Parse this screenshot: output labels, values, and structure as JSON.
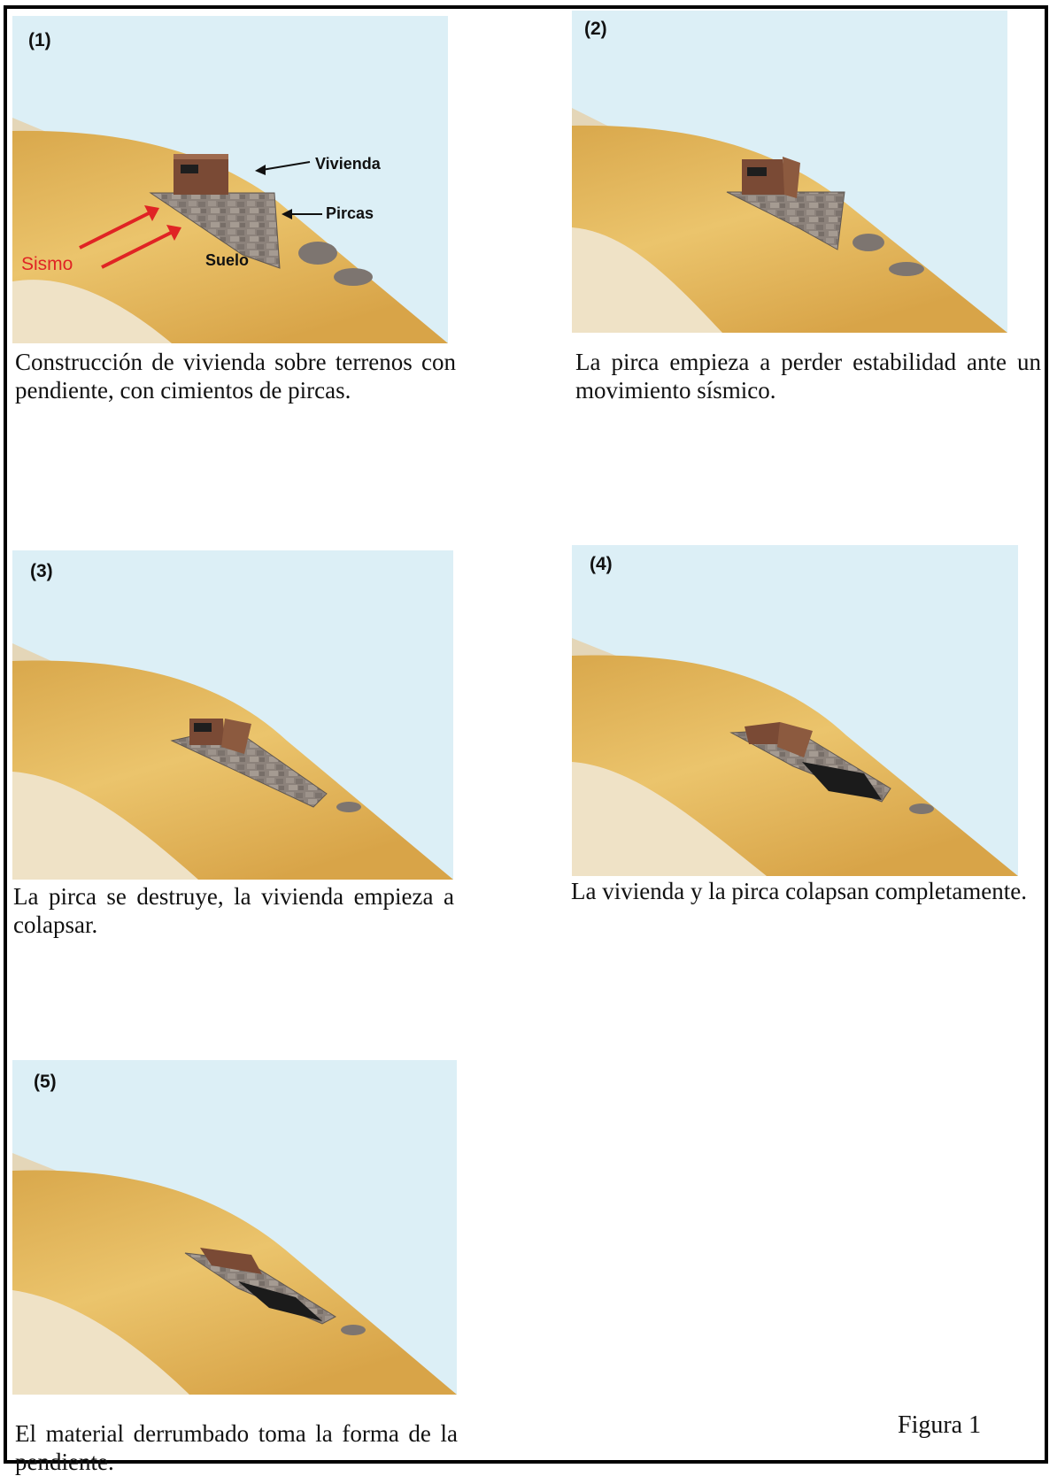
{
  "figure_label": "Figura 1",
  "panels": [
    {
      "number": "(1)",
      "caption": "Construcción de vivienda sobre terrenos con pendiente, con cimientos de pircas."
    },
    {
      "number": "(2)",
      "caption": "La pirca empieza a perder estabilidad ante un movimiento sísmico."
    },
    {
      "number": "(3)",
      "caption": "La pirca se destruye, la vivienda empieza a colapsar."
    },
    {
      "number": "(4)",
      "caption": "La vivienda y la pirca colapsan completamente."
    },
    {
      "number": "(5)",
      "caption": "El material derrumbado toma la forma de la pendiente."
    }
  ],
  "labels": {
    "vivienda": "Vivienda",
    "pircas": "Pircas",
    "suelo": "Suelo",
    "sismo": "Sismo"
  },
  "colors": {
    "sky": "#dceff6",
    "sand": "#e3b85a",
    "sand_dark": "#c9933a",
    "rock": "#8a807a",
    "house": "#7a4a35",
    "arrow_red": "#e02424"
  }
}
